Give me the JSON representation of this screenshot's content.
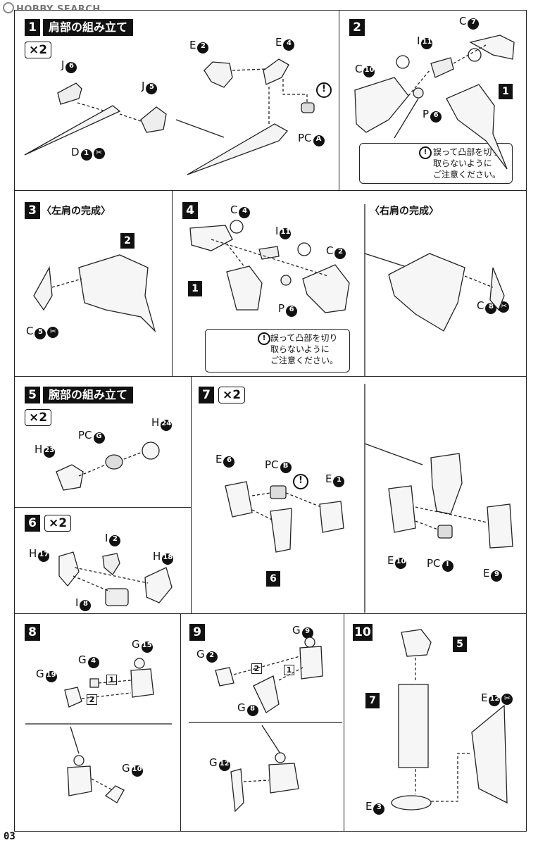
{
  "watermark": "HOBBY SEARCH",
  "page_number": "03",
  "steps": {
    "s1": {
      "num": "1",
      "title": "肩部の組み立て",
      "mult": "×2",
      "labels": {
        "j6": "J",
        "j5": "J",
        "d1": "D",
        "e2": "E",
        "e4": "E",
        "pca": "PC"
      },
      "nums": {
        "j6": "6",
        "j5": "5",
        "d1": "1",
        "e2": "2",
        "e4": "4",
        "pca": "A"
      }
    },
    "s2": {
      "num": "2",
      "labels": {
        "c7": "C",
        "i11": "I",
        "c10": "C",
        "p6": "P"
      },
      "nums": {
        "c7": "7",
        "i11": "11",
        "c10": "10",
        "p6": "6"
      },
      "ref": "1",
      "note": "誤って凸部を切り\n取らないように\nご注意ください。"
    },
    "s3": {
      "num": "3",
      "subtitle": "〈左肩の完成〉",
      "ref": "2",
      "labels": {
        "c5": "C"
      },
      "nums": {
        "c5": "5"
      }
    },
    "s4": {
      "num": "4",
      "labels": {
        "c4": "C",
        "i11": "I",
        "c2": "C",
        "p6": "P"
      },
      "nums": {
        "c4": "4",
        "i11": "11",
        "c2": "2",
        "p6": "6"
      },
      "ref": "1",
      "note": "誤って凸部を切り\n取らないように\nご注意ください。"
    },
    "s4r": {
      "subtitle": "〈右肩の完成〉",
      "labels": {
        "c8": "C"
      },
      "nums": {
        "c8": "8"
      }
    },
    "s5": {
      "num": "5",
      "title": "腕部の組み立て",
      "mult": "×2",
      "labels": {
        "pcg": "PC",
        "h24": "H",
        "h23": "H"
      },
      "nums": {
        "pcg": "G",
        "h24": "24",
        "h23": "23"
      }
    },
    "s6": {
      "num": "6",
      "mult": "×2",
      "labels": {
        "i2": "I",
        "h17": "H",
        "h18": "H",
        "i8": "I"
      },
      "nums": {
        "i2": "2",
        "h17": "17",
        "h18": "18",
        "i8": "8"
      }
    },
    "s7": {
      "num": "7",
      "mult": "×2",
      "labels": {
        "e6": "E",
        "pcb": "PC",
        "e1": "E",
        "e10": "E",
        "pci": "PC",
        "e9": "E"
      },
      "nums": {
        "e6": "6",
        "pcb": "B",
        "e1": "1",
        "e10": "10",
        "pci": "I",
        "e9": "9"
      },
      "ref": "6"
    },
    "s8": {
      "num": "8",
      "labels": {
        "g15": "G",
        "g4": "G",
        "g19": "G",
        "g10": "G"
      },
      "nums": {
        "g15": "15",
        "g4": "4",
        "g19": "19",
        "g10": "10"
      },
      "tags": {
        "t1": "1",
        "t2": "2"
      }
    },
    "s9": {
      "num": "9",
      "labels": {
        "g9": "G",
        "g2": "G",
        "g8": "G",
        "g12": "G"
      },
      "nums": {
        "g9": "9",
        "g2": "2",
        "g8": "8",
        "g12": "12"
      },
      "tags": {
        "t1": "1",
        "t2": "2"
      }
    },
    "s10": {
      "num": "10",
      "labels": {
        "e12": "E",
        "e3": "E"
      },
      "nums": {
        "e12": "12",
        "e3": "3"
      },
      "refs": {
        "r5": "5",
        "r7": "7"
      }
    }
  },
  "icons": {
    "cut": "cut-icon",
    "caution": "caution-icon",
    "sticker": "sticker-icon"
  }
}
